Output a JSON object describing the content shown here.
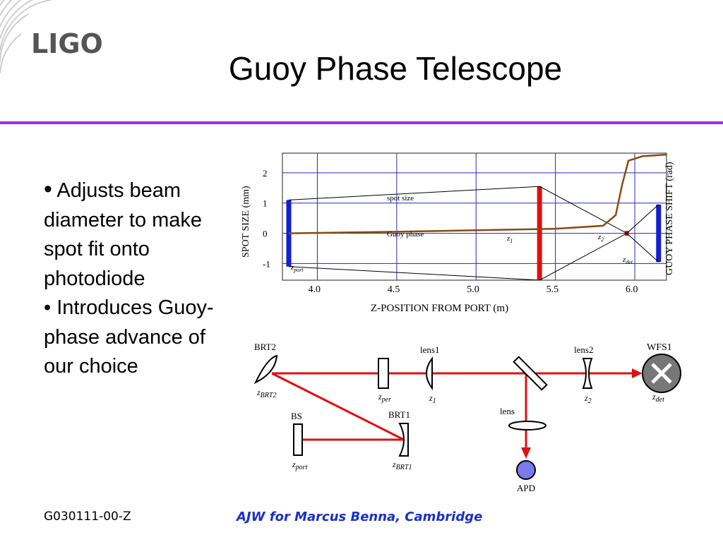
{
  "header": {
    "logo_text": "LIGO",
    "title": "Guoy Phase Telescope"
  },
  "bullets": [
    {
      "dot": "•",
      "text": "Adjusts beam diameter to make spot fit onto photodiode"
    },
    {
      "dot": "•",
      "text": "Introduces Guoy-phase advance of our choice"
    }
  ],
  "figure": {
    "plot": {
      "left_axis_label": "SPOT SIZE (mm)",
      "right_axis_label": "GUOY PHASE SHIFT (rad)",
      "x_axis_label": "Z-POSITION FROM PORT (m)",
      "x_ticks": [
        "4.0",
        "4.5",
        "5.0",
        "5.5",
        "6.0"
      ],
      "y_ticks": [
        "2",
        "1",
        "0",
        "-1"
      ],
      "spot_size_label": "spot size",
      "guoy_label": "Guoy phase",
      "markers": {
        "z1": "z",
        "z1_sub": "1",
        "z2": "z",
        "z2_sub": "2",
        "zport": "z",
        "zport_sub": "port",
        "zdet": "z",
        "zdet_sub": "det"
      }
    },
    "diagram": {
      "labels": {
        "brt2": "BRT2",
        "brt2_z": "z",
        "brt2_z_sub": "BRT2",
        "zper": "z",
        "zper_sub": "per",
        "lens1": "lens1",
        "lens1_z": "z",
        "lens1_z_sub": "1",
        "lens2": "lens2",
        "lens2_z": "z",
        "lens2_z_sub": "2",
        "wfs1": "WFS1",
        "wfs1_z": "z",
        "wfs1_z_sub": "det",
        "lens": "lens",
        "apd": "APD",
        "bs": "BS",
        "bs_z": "z",
        "bs_z_sub": "port",
        "brt1": "BRT1",
        "brt1_z": "z",
        "brt1_z_sub": "BRT1"
      }
    }
  },
  "chart_data": {
    "type": "line",
    "xlabel": "Z-POSITION FROM PORT (m)",
    "ylabel": "SPOT SIZE (mm)",
    "ylabel_right": "GUOY PHASE SHIFT (rad)",
    "xlim": [
      3.78,
      6.2
    ],
    "ylim": [
      -1.55,
      2.65
    ],
    "series": [
      {
        "name": "spot size",
        "x": [
          3.82,
          5.4,
          5.95,
          6.15
        ],
        "y": [
          1.1,
          1.55,
          0.0,
          0.95
        ]
      },
      {
        "name": "Guoy phase",
        "x": [
          3.82,
          4.5,
          5.0,
          5.5,
          5.8,
          5.88,
          5.92,
          5.96,
          6.05,
          6.2
        ],
        "y": [
          0.0,
          0.05,
          0.1,
          0.15,
          0.25,
          0.6,
          1.6,
          2.4,
          2.55,
          2.6
        ]
      }
    ],
    "components": [
      {
        "name": "z_port",
        "x": 3.82
      },
      {
        "name": "z_1",
        "x": 5.4
      },
      {
        "name": "z_2",
        "x": 5.95
      },
      {
        "name": "z_det",
        "x": 6.15
      }
    ]
  },
  "footer": {
    "left": "G030111-00-Z",
    "center": "AJW for Marcus Benna, Cambridge"
  },
  "colors": {
    "rule": "#9b30e8",
    "footer_text": "#1a2fc8",
    "beam": "#e01010",
    "detector": "#1020d0"
  }
}
